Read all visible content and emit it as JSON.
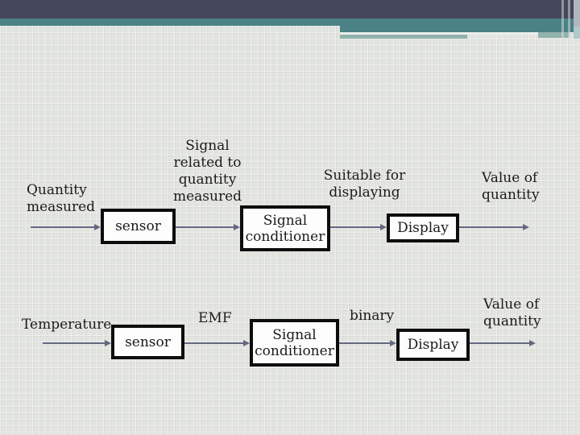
{
  "theme": {
    "navy": "#45475a",
    "teal": "#4a8286",
    "sage": "#92b2ae",
    "highlight": "#edefec",
    "lavender": "#b2b4bf",
    "line_color": "#636880",
    "box_border": "#0d0d0d",
    "box_fill": "#fdfdfd",
    "text_color": "#1b1b1b",
    "background": "#e2e4e0"
  },
  "diagram_generic": {
    "input_label": "Quantity\nmeasured",
    "sensor_label": "sensor",
    "signal_annotation": "Signal\nrelated to\nquantity\nmeasured",
    "conditioner_label": "Signal\nconditioner",
    "suitable_annotation": "Suitable for\ndisplaying",
    "display_label": "Display",
    "output_label": "Value of\nquantity"
  },
  "diagram_example": {
    "input_label": "Temperature",
    "sensor_label": "sensor",
    "signal_annotation": "EMF",
    "conditioner_label": "Signal\nconditioner",
    "binary_annotation": "binary",
    "display_label": "Display",
    "output_label": "Value of\nquantity"
  }
}
